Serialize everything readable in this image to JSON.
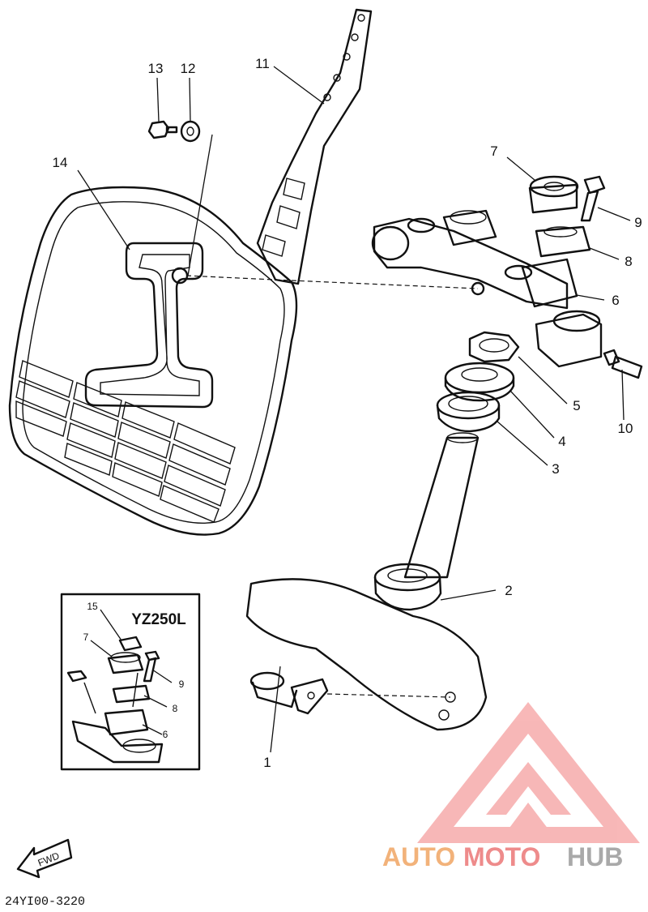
{
  "diagram": {
    "part_labels": [
      {
        "id": "p1",
        "text": "1"
      },
      {
        "id": "p2",
        "text": "2"
      },
      {
        "id": "p3",
        "text": "3"
      },
      {
        "id": "p4",
        "text": "4"
      },
      {
        "id": "p5",
        "text": "5"
      },
      {
        "id": "p6",
        "text": "6"
      },
      {
        "id": "p7",
        "text": "7"
      },
      {
        "id": "p8",
        "text": "8"
      },
      {
        "id": "p9",
        "text": "9"
      },
      {
        "id": "p10",
        "text": "10"
      },
      {
        "id": "p11",
        "text": "11"
      },
      {
        "id": "p12",
        "text": "12"
      },
      {
        "id": "p13",
        "text": "13"
      },
      {
        "id": "p14",
        "text": "14"
      }
    ],
    "inset": {
      "title": "YZ250L",
      "labels": {
        "l15": "15",
        "l7": "7",
        "l9": "9",
        "l8": "8",
        "l6": "6"
      }
    },
    "fwd_label": "FWD",
    "drawing_code": "24YI00-3220"
  },
  "watermark": {
    "part1": "AUTO",
    "part2": "MOTO",
    "part3": "HUB",
    "colors": {
      "auto": "#f2b27a",
      "moto": "#ee8b8b",
      "hub": "#a9a9a9",
      "triangle": "#f27d7d"
    }
  }
}
